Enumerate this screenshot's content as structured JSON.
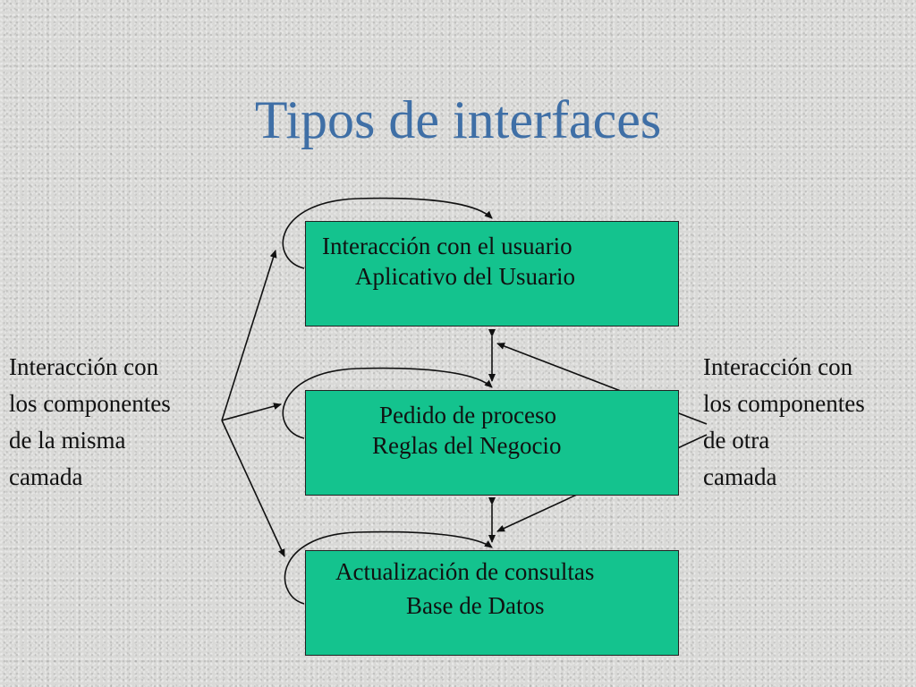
{
  "slide": {
    "title": "Tipos de interfaces"
  },
  "boxes": {
    "top": {
      "line1": "Interacción con el usuario",
      "line2": "Aplicativo del Usuario"
    },
    "middle": {
      "line1": "Pedido de proceso",
      "line2": "Reglas del Negocio"
    },
    "bottom": {
      "line1": "Actualización de consultas",
      "line2": "Base de Datos"
    }
  },
  "left_note": {
    "lines": [
      "Interacción con",
      "los componentes",
      "de la misma",
      "camada"
    ]
  },
  "right_note": {
    "lines": [
      "Interacción con",
      "los componentes",
      "de otra",
      "camada"
    ]
  },
  "colors": {
    "title": "#3f6fa6",
    "box_fill": "#14c38e",
    "line": "#111111"
  }
}
